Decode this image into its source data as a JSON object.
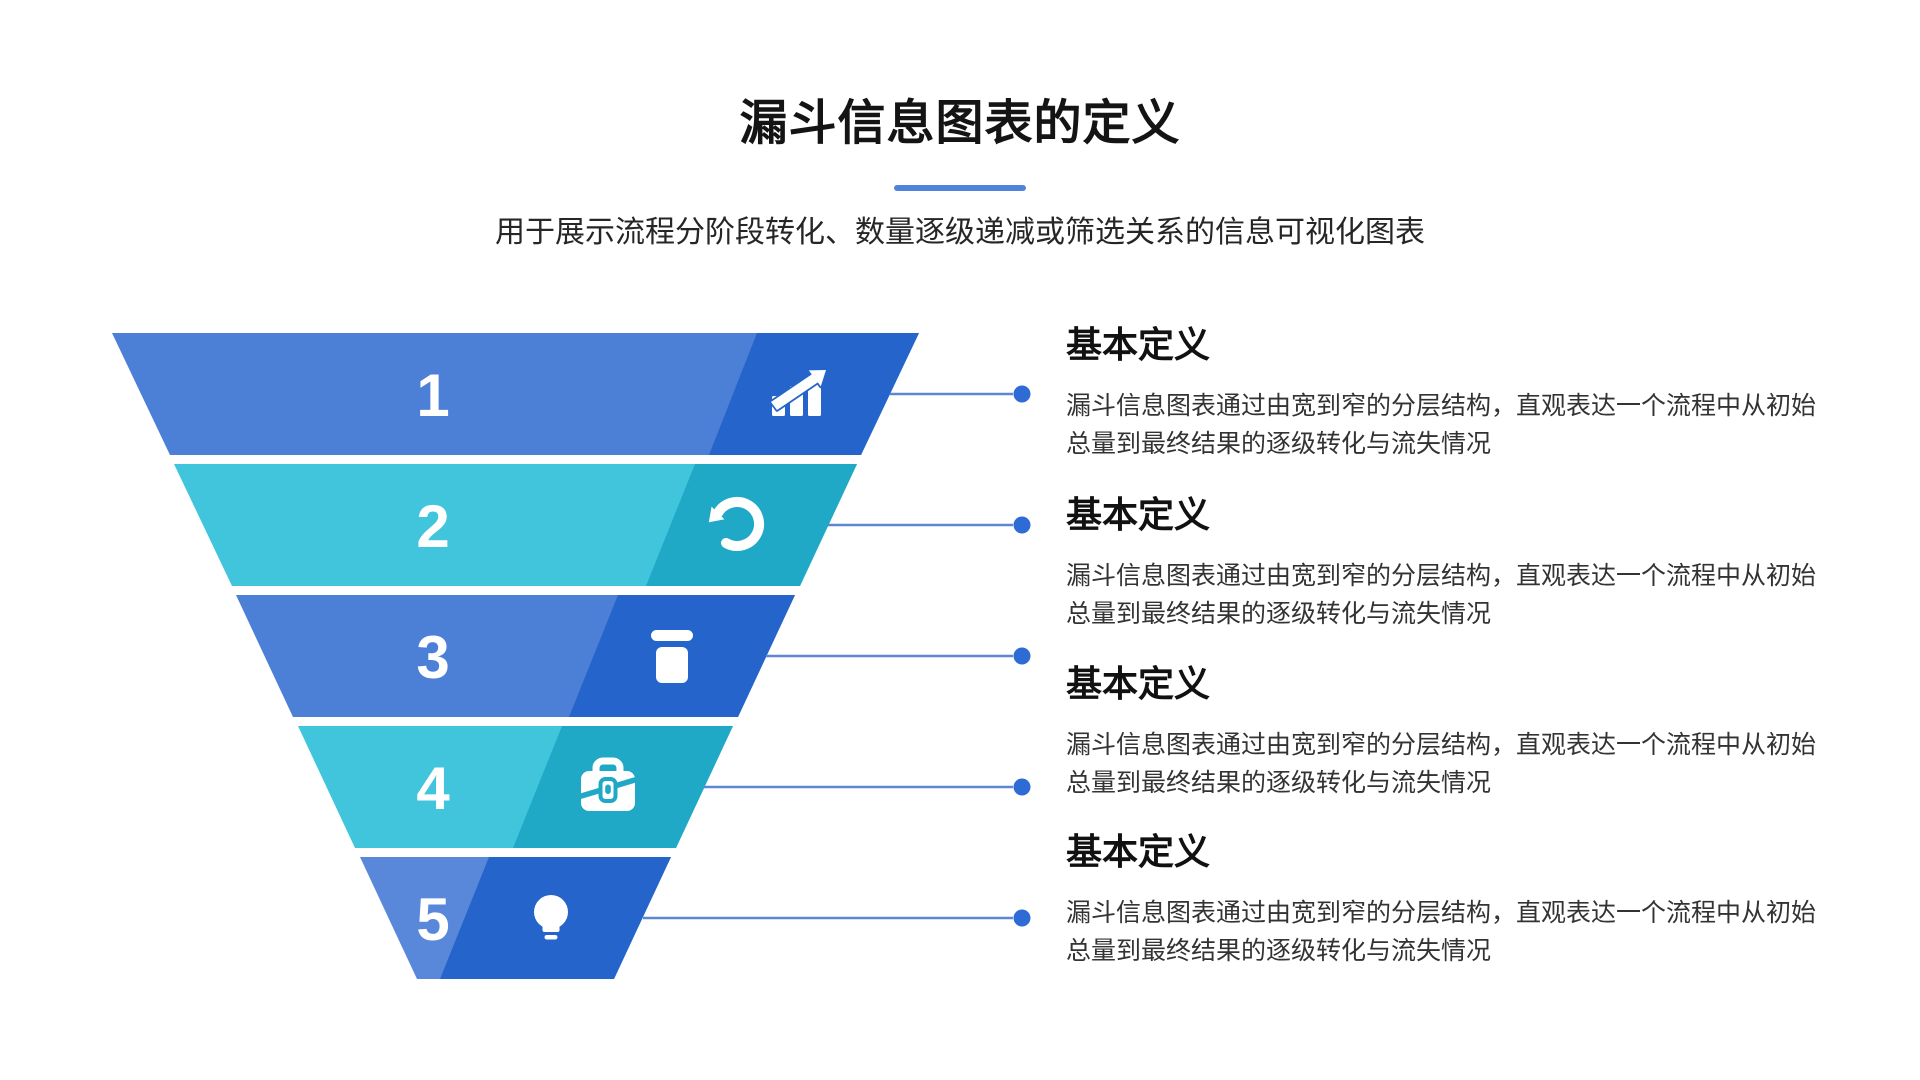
{
  "page": {
    "title": "漏斗信息图表的定义",
    "subtitle": "用于展示流程分阶段转化、数量逐级递减或筛选关系的信息可视化图表"
  },
  "funnel": {
    "stages": [
      {
        "number": "1",
        "icon": "bar-chart-growth-icon"
      },
      {
        "number": "2",
        "icon": "rotate-arrow-icon"
      },
      {
        "number": "3",
        "icon": "trash-bin-icon"
      },
      {
        "number": "4",
        "icon": "briefcase-icon"
      },
      {
        "number": "5",
        "icon": "lightbulb-icon"
      }
    ]
  },
  "definitions": [
    {
      "heading": "基本定义",
      "body": "漏斗信息图表通过由宽到窄的分层结构，直观表达一个流程中从初始总量到最终结果的逐级转化与流失情况"
    },
    {
      "heading": "基本定义",
      "body": "漏斗信息图表通过由宽到窄的分层结构，直观表达一个流程中从初始总量到最终结果的逐级转化与流失情况"
    },
    {
      "heading": "基本定义",
      "body": "漏斗信息图表通过由宽到窄的分层结构，直观表达一个流程中从初始总量到最终结果的逐级转化与流失情况"
    },
    {
      "heading": "基本定义",
      "body": "漏斗信息图表通过由宽到窄的分层结构，直观表达一个流程中从初始总量到最终结果的逐级转化与流失情况"
    }
  ],
  "colors": {
    "blue_light": "#4C7FD6",
    "blue_dark": "#2564CA",
    "cyan_light": "#41C5DC",
    "cyan_dark": "#1FA9C6",
    "blue5_light": "#5988DB",
    "title_underline": "#4F83DC",
    "connector_line": "#5B87D5",
    "connector_dot": "#2E6BD4",
    "white": "#FFFFFF"
  }
}
